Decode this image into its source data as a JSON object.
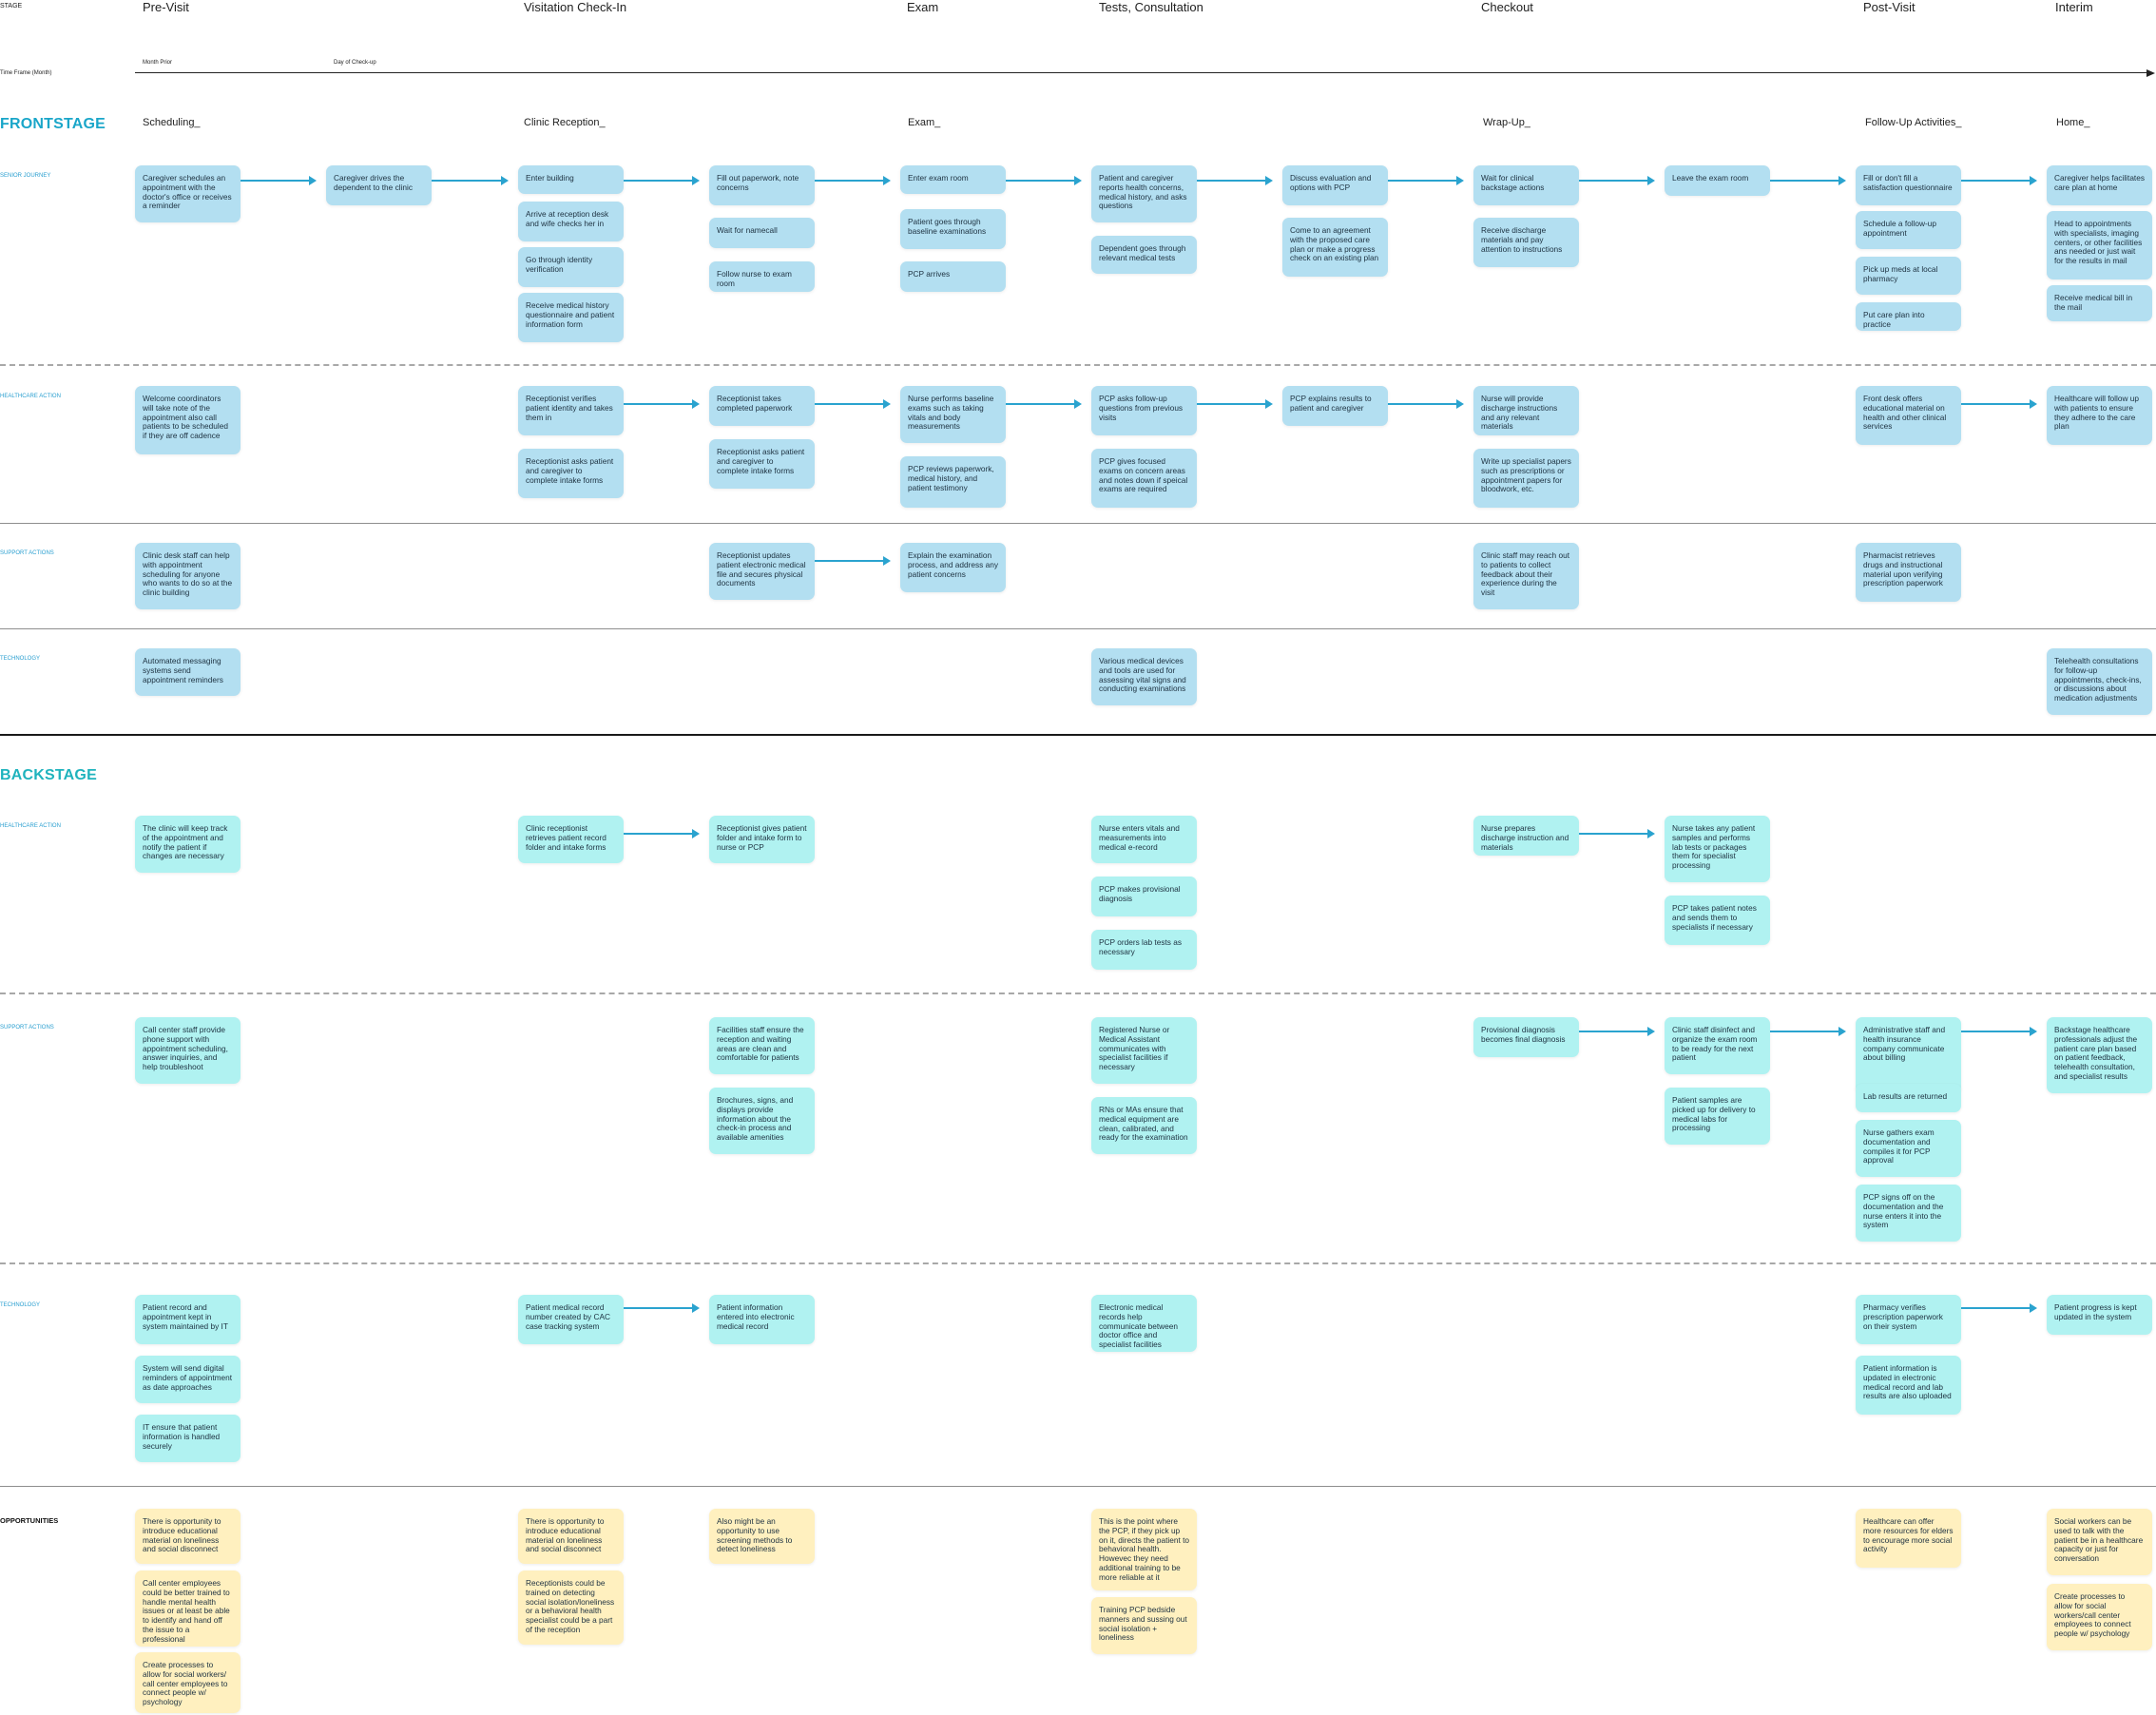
{
  "header": {
    "stage_tag": "STAGE",
    "stages": [
      "Pre-Visit",
      "Visitation Check-In",
      "Exam",
      "Tests, Consultation",
      "Checkout",
      "Post-Visit",
      "Interim"
    ],
    "timeframe_label": "Time Frame (Month)",
    "timeframe_marks": [
      "Month Prior",
      "Day of Check-up"
    ]
  },
  "sections": {
    "frontstage": "FRONTSTAGE",
    "backstage": "BACKSTAGE"
  },
  "phases": [
    "Scheduling_",
    "Clinic Reception_",
    "Exam_",
    "Wrap-Up_",
    "Follow-Up Activities_",
    "Home_"
  ],
  "lanes": {
    "senior_journey": "SENIOR JOURNEY",
    "healthcare_action": "HEALTHCARE ACTION",
    "support_actions": "SUPPORT ACTIONS",
    "technology": "TECHNOLOGY",
    "opportunities": "OPPORTUNITIES"
  },
  "cards": {
    "fs_journey": [
      "Caregiver schedules an appointment with the doctor's office or receives a reminder",
      "Caregiver drives the dependent to the clinic",
      "Enter building",
      "Arrive at reception desk and wife checks her in",
      "Go through identity verification",
      "Receive medical history questionnaire and patient information form",
      "Fill out paperwork, note concerns",
      "Wait for namecall",
      "Follow nurse to exam room",
      "Enter exam room",
      "Patient goes through baseline examinations",
      "PCP arrives",
      "Patient and caregiver reports health concerns, medical history, and asks questions",
      "Dependent goes through relevant medical tests",
      "Discuss evaluation and options with PCP",
      "Come to an agreement with the proposed care plan or make a progress check on an existing plan",
      "Wait for clinical backstage actions",
      "Receive discharge materials and pay attention to instructions",
      "Leave the exam room",
      "Fill or don't fill a satisfaction questionnaire",
      "Schedule a follow-up appointment",
      "Pick up meds at local pharmacy",
      "Put care plan into practice",
      "Caregiver helps facilitates care plan at home",
      "Head to appointments with specialists, imaging centers, or other facilities ans needed or just wait for the results in mail",
      "Receive medical bill in the mail"
    ],
    "fs_healthcare": [
      "Welcome coordinators will take note of the appointment also call patients to be scheduled if they are off cadence",
      "Receptionist verifies patient identity and takes them in",
      "Receptionist asks patient and caregiver to complete intake forms",
      "Receptionist takes completed paperwork",
      "Receptionist asks patient and caregiver to complete intake forms",
      "Nurse performs baseline exams such as taking vitals and body measurements",
      "PCP reviews paperwork, medical history, and patient testimony",
      "PCP asks follow-up questions from previous visits",
      "PCP gives focused exams on concern areas and notes down if speical exams are required",
      "PCP explains results to patient and caregiver",
      "Nurse will provide discharge instructions and any relevant materials",
      "Write up specialist papers such as prescriptions or appointment papers for bloodwork, etc.",
      "Front desk offers educational material on health and other clinical services",
      "Healthcare will follow up with patients to ensure they adhere to the care plan"
    ],
    "fs_support": [
      "Clinic desk staff can help with appointment scheduling for anyone who wants to do so at the clinic building",
      "Receptionist updates patient electronic medical file and secures physical documents",
      "Explain the examination process, and address any patient concerns",
      "Clinic staff may reach out to patients to collect feedback about their experience during the visit",
      "Pharmacist retrieves drugs and instructional material upon verifying prescription paperwork"
    ],
    "fs_tech": [
      "Automated messaging systems send appointment reminders",
      "Various medical devices and tools are used for assessing vital signs and conducting examinations",
      "Telehealth consultations for follow-up appointments, check-ins, or discussions about medication adjustments"
    ],
    "bs_healthcare": [
      "The clinic will keep track of the appointment and notify the patient if changes are necessary",
      "Clinic receptionist retrieves patient record folder and intake forms",
      "Receptionist gives patient folder and intake form to nurse or PCP",
      "Nurse enters vitals and measurements into medical e-record",
      "PCP makes provisional diagnosis",
      "PCP orders lab tests as necessary",
      "Nurse prepares discharge instruction and materials",
      "Nurse takes any patient samples and performs lab tests or packages them for specialist processing",
      "PCP takes patient notes and sends them to specialists if necessary"
    ],
    "bs_support": [
      "Call center staff provide phone support with appointment scheduling, answer inquiries, and help troubleshoot",
      "Facilities staff ensure the reception and waiting areas are clean and comfortable for patients",
      "Brochures, signs, and displays provide information about the check-in process and available amenities",
      "Registered Nurse or Medical Assistant communicates with specialist facilities if necessary",
      "RNs or MAs ensure that medical equipment are clean, calibrated, and ready for the examination",
      "Provisional diagnosis becomes final diagnosis",
      "Clinic staff disinfect and organize the exam room to be ready for the next patient",
      "Patient samples are picked up for delivery to medical labs for processing",
      "Administrative staff and health insurance company communicate about billing",
      "Lab results are returned",
      "Nurse gathers exam documentation and compiles it for PCP approval",
      "PCP signs off on the documentation and the nurse enters it into the system",
      "Backstage healthcare professionals adjust the patient care plan based on patient feedback, telehealth consultation, and specialist results"
    ],
    "bs_tech": [
      "Patient record and appointment kept in system maintained by IT",
      "System will send digital reminders of appointment as date approaches",
      "IT ensure that  patient information is handled securely",
      "Patient medical record number created by CAC case tracking system",
      "Patient information entered into electronic medical record",
      "Electronic medical records help communicate between doctor office and specialist facilities",
      "Pharmacy verifies prescription paperwork on their system",
      "Patient information is updated in electronic medical record and lab results are also uploaded",
      "Patient progress is kept updated in the system"
    ],
    "opportunities": [
      "There is opportunity to introduce educational material on loneliness and social disconnect",
      "Call center employees could be better trained to handle mental health issues or at least be able to identify and hand off the issue to a professional",
      "Create processes to allow for social workers/ call center employees to connect people w/ psychology",
      "There is opportunity to introduce educational material on loneliness and social disconnect",
      "Receptionists could be trained on detecting social isolation/loneliness or a behavioral health specialist could be a part of the reception",
      "Also might be an opportunity to use screening methods to detect loneliness",
      "This is the point where the PCP, if they pick up on it, directs the patient to behavioral health. Howevec they need additional training to be more reliable at it",
      "Training PCP bedside manners and sussing out social isolation + loneliness",
      "Healthcare can offer more resources for elders to encourage more social activity",
      "Social workers can be used to talk with the patient be in a healthcare capacity or just for conversation",
      "Create processes to allow for social workers/call center employees to connect people w/ psychology"
    ]
  },
  "colors": {
    "frontstage_card": "#b3dff1",
    "backstage_card": "#b0f2f1",
    "opportunity_card": "#fff0bf",
    "accent": "#1aa6c9",
    "arrow": "#2aa3cf"
  }
}
